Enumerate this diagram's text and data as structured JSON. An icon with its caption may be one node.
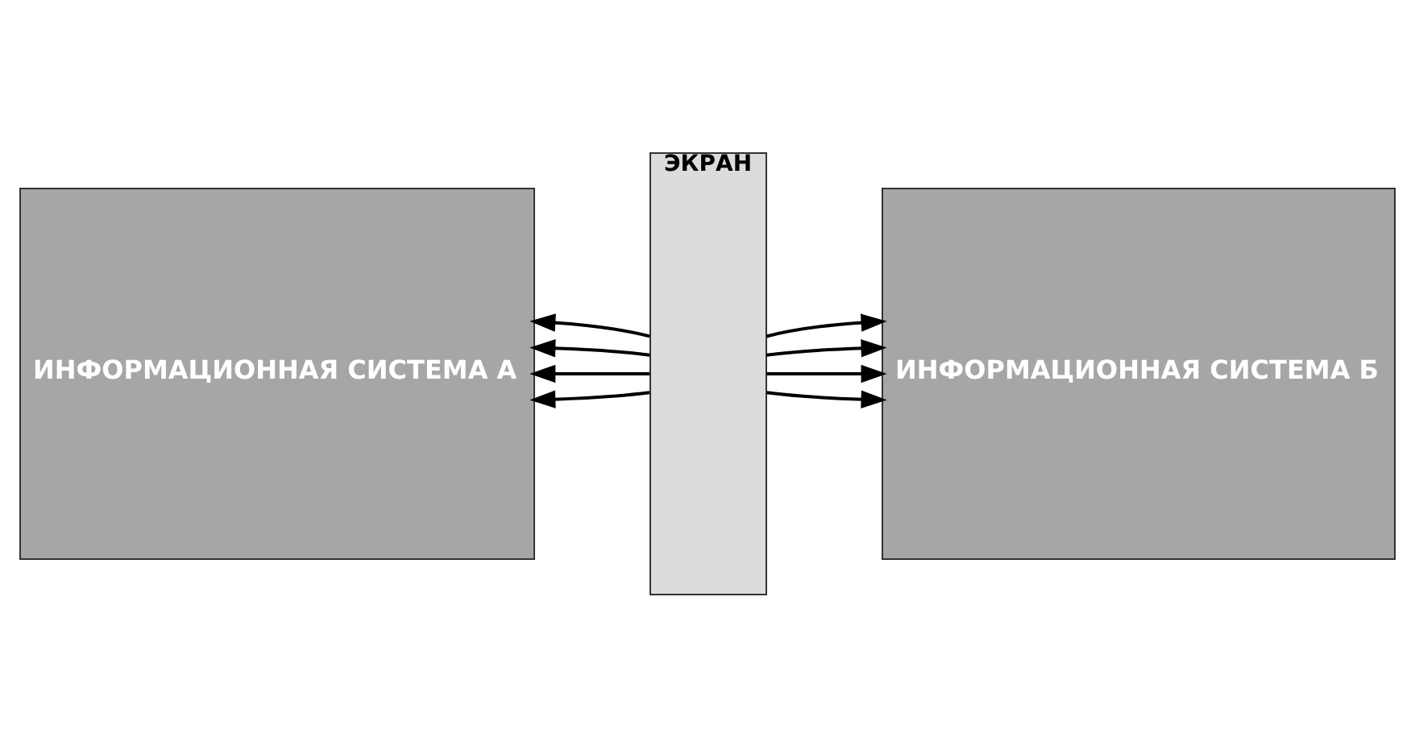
{
  "diagram": {
    "nodes": [
      {
        "text": [
          "ИНФОРМАЦИОННАЯ СИСТЕМА А"
        ]
      },
      {
        "text": [
          "ЭКРАН"
        ]
      },
      {
        "text": [
          "ИНФОРМАЦИОННАЯ СИСТЕМА Б"
        ]
      }
    ],
    "edges": [
      {
        "from": 1,
        "to": 0,
        "arrow": "to"
      },
      {
        "from": 1,
        "to": 0,
        "arrow": "to"
      },
      {
        "from": 1,
        "to": 0,
        "arrow": "to"
      },
      {
        "from": 1,
        "to": 0,
        "arrow": "to"
      },
      {
        "from": 1,
        "to": 2,
        "arrow": "to"
      },
      {
        "from": 1,
        "to": 2,
        "arrow": "to"
      },
      {
        "from": 1,
        "to": 2,
        "arrow": "to"
      },
      {
        "from": 1,
        "to": 2,
        "arrow": "to"
      }
    ]
  }
}
